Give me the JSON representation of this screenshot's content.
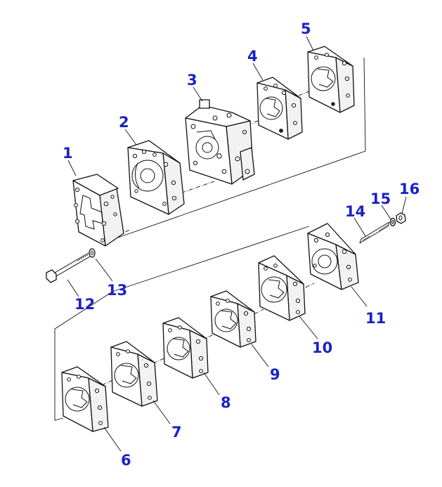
{
  "diagram": {
    "callout_color": "#1a22c8",
    "line_color": "#111111",
    "callouts": [
      {
        "id": "1",
        "label": "1"
      },
      {
        "id": "2",
        "label": "2"
      },
      {
        "id": "3",
        "label": "3"
      },
      {
        "id": "4",
        "label": "4"
      },
      {
        "id": "5",
        "label": "5"
      },
      {
        "id": "6",
        "label": "6"
      },
      {
        "id": "7",
        "label": "7"
      },
      {
        "id": "8",
        "label": "8"
      },
      {
        "id": "9",
        "label": "9"
      },
      {
        "id": "10",
        "label": "10"
      },
      {
        "id": "11",
        "label": "11"
      },
      {
        "id": "12",
        "label": "12"
      },
      {
        "id": "13",
        "label": "13"
      },
      {
        "id": "14",
        "label": "14"
      },
      {
        "id": "15",
        "label": "15"
      },
      {
        "id": "16",
        "label": "16"
      }
    ]
  }
}
